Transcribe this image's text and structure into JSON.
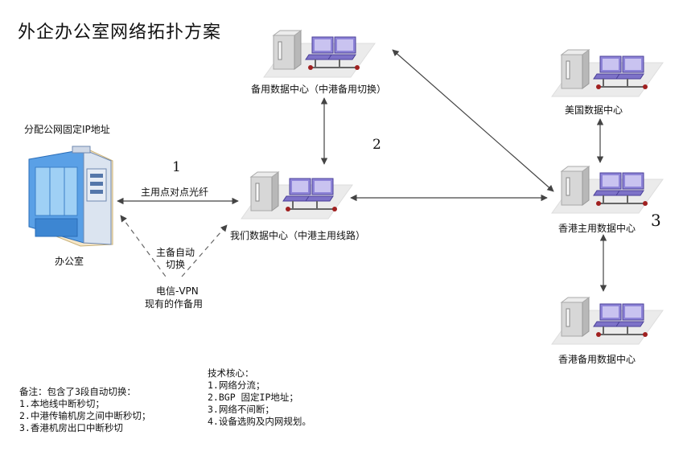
{
  "title": "外企办公室网络拓扑方案",
  "office": {
    "ip_label": "分配公网固定IP地址",
    "name": "办公室"
  },
  "datacenters": {
    "backup_dc": "备用数据中心（中港备用切换）",
    "our_dc": "我们数据中心（中港主用线路）",
    "us_dc": "美国数据中心",
    "hk_main_dc": "香港主用数据中心",
    "hk_backup_dc": "香港备用数据中心"
  },
  "links": {
    "fiber": "主用点对点光纤",
    "failover_line1": "主备自动",
    "failover_line2": "切换",
    "vpn_line1": "电信-VPN",
    "vpn_line2": "现有的作备用"
  },
  "numbers": {
    "n1": "1",
    "n2": "2",
    "n3": "3"
  },
  "notes": {
    "heading": "备注：包含了3段自动切换：",
    "items": [
      "1.本地线中断秒切；",
      "2.中港传输机房之间中断秒切；",
      "3.香港机房出口中断秒切"
    ]
  },
  "tech": {
    "heading": "技术核心：",
    "items": [
      "1.网络分流；",
      "2.BGP 固定IP地址；",
      "3.网络不间断；",
      "4.设备选购及内网规划。"
    ]
  },
  "colors": {
    "screen": "#8e84d8",
    "screen_dark": "#5b4fa8",
    "platform": "#e9e9e9",
    "link": "#444444",
    "node_dot": "#a02020",
    "building_blue": "#4a90d9"
  }
}
